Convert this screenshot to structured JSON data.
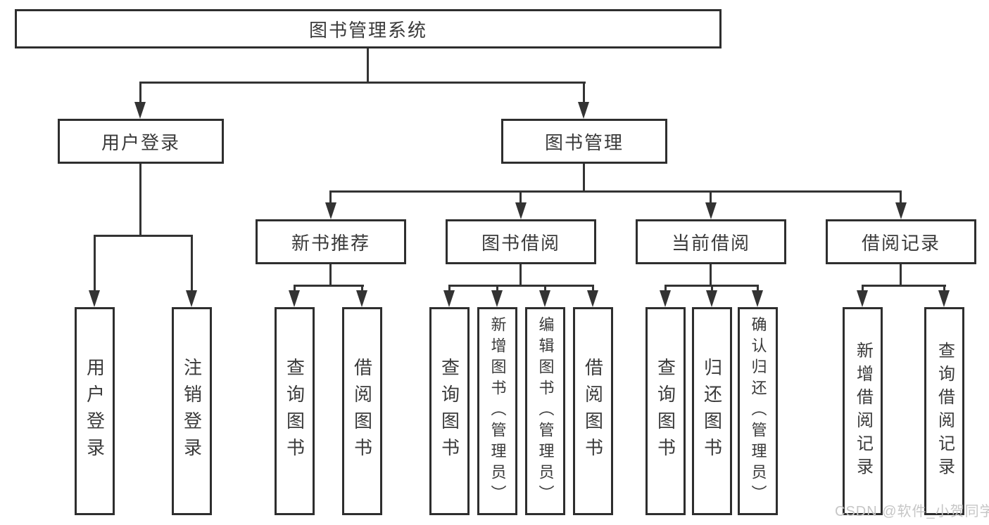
{
  "diagram": {
    "title": "图书管理系统",
    "root": {
      "label": "图书管理系统"
    },
    "branches": [
      {
        "label": "用户登录",
        "children": [
          {
            "label": "用户登录"
          },
          {
            "label": "注销登录"
          }
        ]
      },
      {
        "label": "图书管理",
        "sections": [
          {
            "label": "新书推荐",
            "children": [
              {
                "label": "查询图书"
              },
              {
                "label": "借阅图书"
              }
            ]
          },
          {
            "label": "图书借阅",
            "children": [
              {
                "label": "查询图书"
              },
              {
                "label": "新增图书（管理员）"
              },
              {
                "label": "编辑图书（管理员）"
              },
              {
                "label": "借阅图书"
              }
            ]
          },
          {
            "label": "当前借阅",
            "children": [
              {
                "label": "查询图书"
              },
              {
                "label": "归还图书"
              },
              {
                "label": "确认归还（管理员）"
              }
            ]
          },
          {
            "label": "借阅记录",
            "children": [
              {
                "label": "新增借阅记录"
              },
              {
                "label": "查询借阅记录"
              }
            ]
          }
        ]
      }
    ]
  },
  "watermark": {
    "text": "CSDN @软件_小贺同学"
  },
  "colors": {
    "background": "#ffffff",
    "line": "#333333",
    "box_border": "#2e2e2e",
    "text": "#3a3a3a",
    "watermark": "#c6c6c6"
  }
}
